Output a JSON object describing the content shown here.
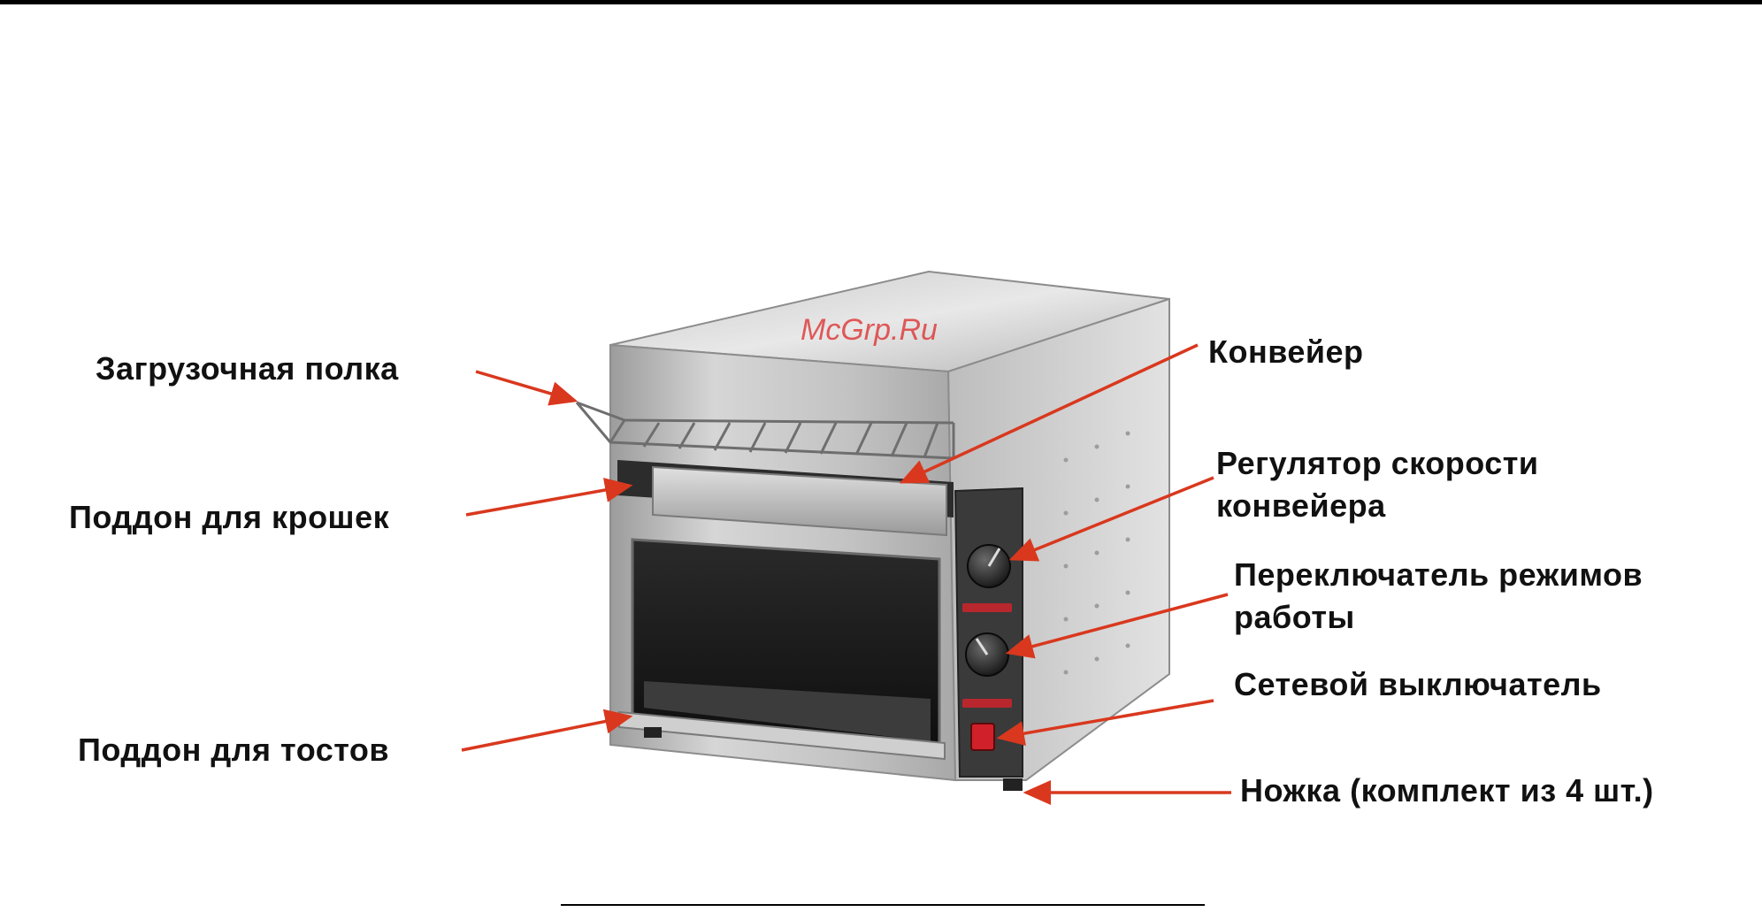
{
  "labels": {
    "loading_shelf": "Загрузочная полка",
    "crumb_tray": "Поддон для крошек",
    "toast_tray": "Поддон для тостов",
    "conveyor": "Конвейер",
    "speed_regulator_line1": "Регулятор скорости",
    "speed_regulator_line2": "конвейера",
    "mode_switch_line1": "Переключатель режимов",
    "mode_switch_line2": "работы",
    "power_switch": "Сетевой выключатель",
    "foot": "Ножка (комплект из 4 шт.)"
  },
  "watermark": "McGrp.Ru",
  "colors": {
    "arrow": "#d9381e",
    "text": "#111111",
    "steel_light": "#d8d8d8",
    "steel_dark": "#8a8a8a",
    "panel": "#3a3a3a",
    "power_switch": "#d0202a"
  }
}
